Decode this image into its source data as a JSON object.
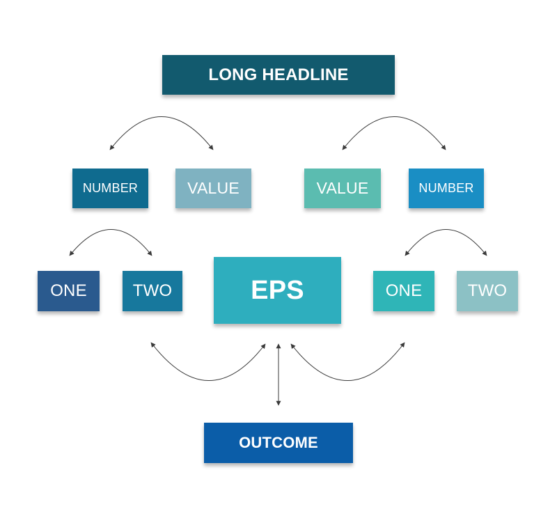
{
  "diagram": {
    "headline": {
      "label": "LONG HEADLINE",
      "color": "#125a6e"
    },
    "upper_left": [
      {
        "label": "NUMBER",
        "color": "#0f6b8f"
      },
      {
        "label": "VALUE",
        "color": "#7fb2c1"
      }
    ],
    "upper_right": [
      {
        "label": "VALUE",
        "color": "#5bbcb0"
      },
      {
        "label": "NUMBER",
        "color": "#1a8ec4"
      }
    ],
    "middle_left": [
      {
        "label": "ONE",
        "color": "#2a5a8e"
      },
      {
        "label": "TWO",
        "color": "#17789d"
      }
    ],
    "center": {
      "label": "EPS",
      "color": "#2eaebe"
    },
    "middle_right": [
      {
        "label": "ONE",
        "color": "#2fb5b7"
      },
      {
        "label": "TWO",
        "color": "#8cc1c5"
      }
    ],
    "outcome": {
      "label": "OUTCOME",
      "color": "#0b5da8"
    },
    "arrow_color": "#3a3a3a",
    "background": "#ffffff"
  }
}
